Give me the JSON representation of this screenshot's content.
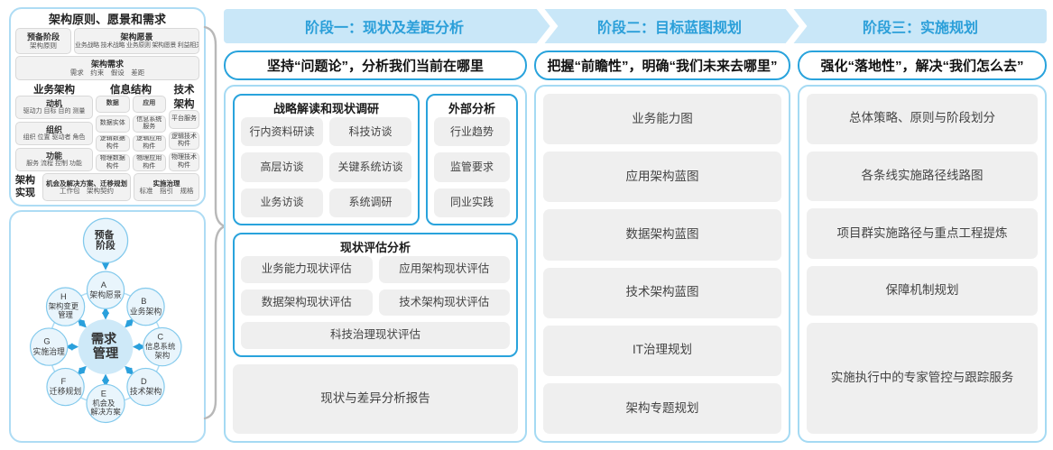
{
  "colors": {
    "band_bg": "#c9e7f8",
    "band_text": "#2b9fd9",
    "panel_border": "#a5daf3",
    "accent_border": "#29a3dc",
    "item_bg": "#efefef",
    "arrow_blue": "#2aa0dc"
  },
  "left_panel": {
    "title": "架构原则、愿景和需求",
    "prep": {
      "title": "预备阶段",
      "sub": "架构原则"
    },
    "vision": {
      "title": "架构愿景",
      "sub": "业务战略 技术战略 业务原则 架构愿景 利益相关者"
    },
    "requirement": {
      "title": "架构需求",
      "sub": "需求　约束　假设　差距"
    },
    "business": {
      "header": "业务架构",
      "boxes": [
        {
          "title": "动机",
          "sub": "驱动力 目标 目的 测量"
        },
        {
          "title": "组织",
          "sub": "组织 位置 驱动者 角色"
        },
        {
          "title": "功能",
          "sub": "服务 流程 控制 功能"
        }
      ]
    },
    "information": {
      "header": "信息结构",
      "data_col": {
        "header": "数据",
        "items": [
          "数据实体",
          "逻辑数据构件",
          "物理数据构件"
        ]
      },
      "app_col": {
        "header": "应用",
        "items": [
          "信息系统服务",
          "逻辑应用构件",
          "物理应用构件"
        ]
      }
    },
    "technology": {
      "header": "技术架构",
      "items": [
        "平台服务",
        "逻辑技术构件",
        "物理技术构件"
      ]
    },
    "implementation": {
      "label": "架构实现",
      "opportunity": {
        "title": "机会及解决方案、迁移规划",
        "sub": "工作包　架构契约"
      },
      "governance": {
        "title": "实施治理",
        "sub": "标准　指引　规格"
      }
    }
  },
  "adm": {
    "prep": {
      "lines": [
        "预备",
        "阶段"
      ]
    },
    "center": {
      "lines": [
        "需求",
        "管理"
      ]
    },
    "nodes": [
      {
        "id": "A",
        "label": "架构愿景",
        "lines": [
          "架构愿景"
        ]
      },
      {
        "id": "B",
        "label": "业务架构",
        "lines": [
          "业务架构"
        ]
      },
      {
        "id": "C",
        "label": "信息系统架构",
        "lines": [
          "信息系统",
          "架构"
        ]
      },
      {
        "id": "D",
        "label": "技术架构",
        "lines": [
          "技术架构"
        ]
      },
      {
        "id": "E",
        "label": "机会及解决方案",
        "lines": [
          "机会及",
          "解决方案"
        ]
      },
      {
        "id": "F",
        "label": "迁移规划",
        "lines": [
          "迁移规划"
        ]
      },
      {
        "id": "G",
        "label": "实施治理",
        "lines": [
          "实施治理"
        ]
      },
      {
        "id": "H",
        "label": "架构变更管理",
        "lines": [
          "架构变更",
          "管理"
        ]
      }
    ]
  },
  "phases": [
    {
      "header": "阶段一：现状及差距分析",
      "subtitle": "坚持“问题论”，分析我们当前在哪里",
      "strategy_box": {
        "title": "战略解读和现状调研",
        "items": [
          "行内资料研读",
          "科技访谈",
          "高层访谈",
          "关键系统访谈",
          "业务访谈",
          "系统调研"
        ]
      },
      "external_box": {
        "title": "外部分析",
        "items": [
          "行业趋势",
          "监管要求",
          "同业实践"
        ]
      },
      "assessment_box": {
        "title": "现状评估分析",
        "items": [
          "业务能力现状评估",
          "应用架构现状评估",
          "数据架构现状评估",
          "技术架构现状评估"
        ],
        "full_item": "科技治理现状评估"
      },
      "report_item": "现状与差异分析报告"
    },
    {
      "header": "阶段二：目标蓝图规划",
      "subtitle": "把握“前瞻性”，明确“我们未来去哪里”",
      "items": [
        "业务能力图",
        "应用架构蓝图",
        "数据架构蓝图",
        "技术架构蓝图",
        "IT治理规划",
        "架构专题规划"
      ]
    },
    {
      "header": "阶段三：实施规划",
      "subtitle": "强化“落地性”，解决“我们怎么去”",
      "items": [
        "总体策略、原则与阶段划分",
        "各条线实施路径线路图",
        "项目群实施路径与重点工程提炼",
        "保障机制规划"
      ],
      "tall_item": "实施执行中的专家管控与跟踪服务"
    }
  ]
}
